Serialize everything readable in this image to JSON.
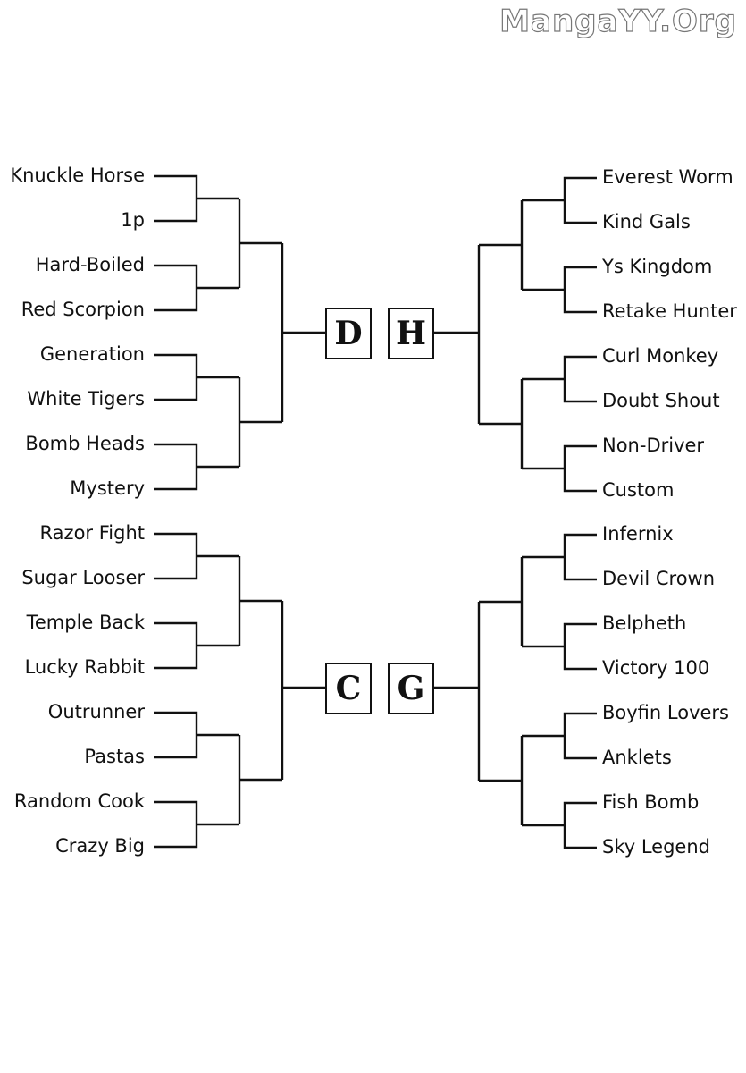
{
  "watermark": "MangaYY.Org",
  "colors": {
    "line": "#111111",
    "text": "#111111"
  },
  "blocks": {
    "D": {
      "label": "D",
      "teams": [
        "Knuckle Horse",
        "1p",
        "Hard-Boiled",
        "Red Scorpion",
        "Generation",
        "White Tigers",
        "Bomb Heads",
        "Mystery"
      ]
    },
    "H": {
      "label": "H",
      "teams": [
        "Everest Worm",
        "Kind Gals",
        "Ys Kingdom",
        "Retake Hunter",
        "Curl Monkey",
        "Doubt Shout",
        "Non-Driver",
        "Custom"
      ]
    },
    "C": {
      "label": "C",
      "teams": [
        "Razor Fight",
        "Sugar Looser",
        "Temple Back",
        "Lucky Rabbit",
        "Outrunner",
        "Pastas",
        "Random Cook",
        "Crazy Big"
      ]
    },
    "G": {
      "label": "G",
      "teams": [
        "Infernix",
        "Devil Crown",
        "Belpheth",
        "Victory 100",
        "Boyfin Lovers",
        "Anklets",
        "Fish Bomb",
        "Sky Legend"
      ]
    }
  }
}
